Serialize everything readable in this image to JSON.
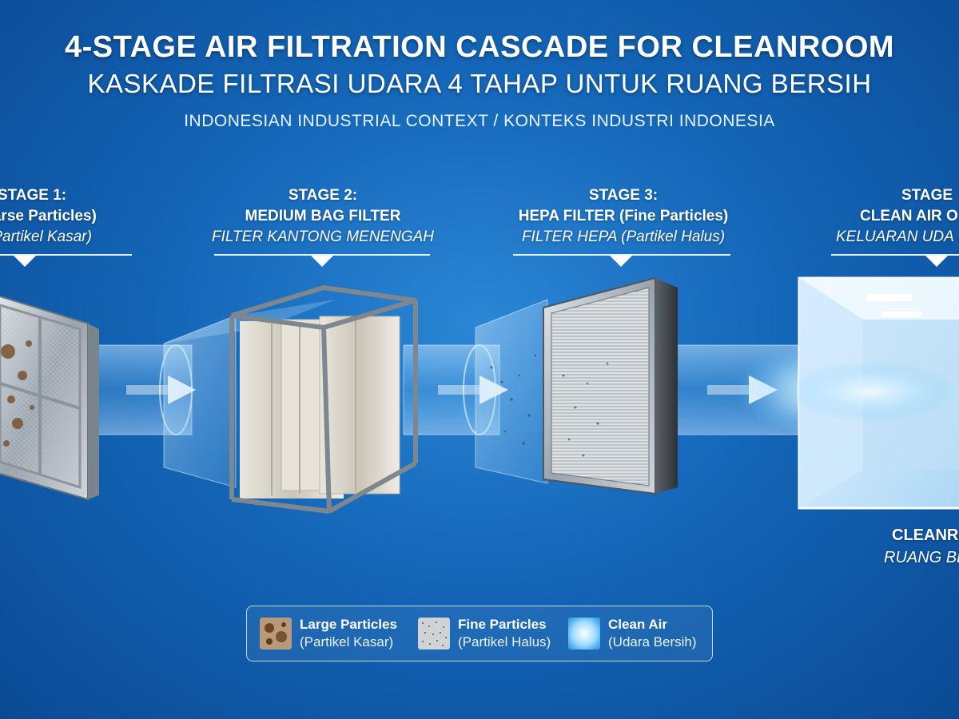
{
  "header": {
    "title_en": "4-STAGE AIR FILTRATION CASCADE FOR CLEANROOM",
    "title_id": "KASKADE FILTRASI UDARA 4 TAHAP UNTUK RUANG BERSIH",
    "subtitle": "INDONESIAN INDUSTRIAL CONTEXT / KONTEKS INDUSTRI INDONESIA"
  },
  "stages": [
    {
      "line1": "STAGE 1:",
      "line2": "(Coarse Particles)",
      "line3": "R (Partikel Kasar)"
    },
    {
      "line1": "STAGE 2:",
      "line2": "MEDIUM BAG FILTER",
      "line3": "FILTER KANTONG MENENGAH"
    },
    {
      "line1": "STAGE 3:",
      "line2": "HEPA FILTER (Fine Particles)",
      "line3": "FILTER HEPA (Partikel Halus)"
    },
    {
      "line1": "STAGE",
      "line2": "CLEAN AIR O",
      "line3": "KELUARAN UDA"
    }
  ],
  "cleanroom": {
    "line1": "CLEANRO",
    "line2": "RUANG BE"
  },
  "legend": [
    {
      "name": "Large Particles",
      "translation": "(Partikel Kasar)",
      "icon": "large-particles-icon"
    },
    {
      "name": "Fine Particles",
      "translation": "(Partikel Halus)",
      "icon": "fine-particles-icon"
    },
    {
      "name": "Clean Air",
      "translation": "(Udara Bersih)",
      "icon": "clean-air-icon"
    }
  ],
  "colors": {
    "background": "#1466b8",
    "large_particles": "#7a5230",
    "fine_particles": "#555555",
    "clean_air": "#dff3ff"
  }
}
